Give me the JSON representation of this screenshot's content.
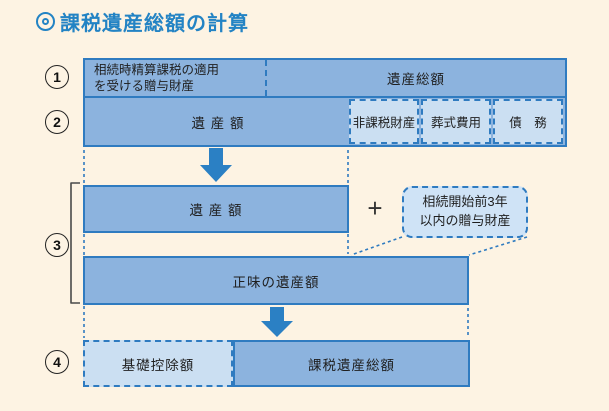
{
  "title": {
    "text": "課税遺産総額の計算"
  },
  "steps": {
    "s1": "1",
    "s2": "2",
    "s3": "3",
    "s4": "4"
  },
  "boxes": {
    "gift_assets_line1": "相続時精算課税の適用",
    "gift_assets_line2": "を受ける贈与財産",
    "total_estate": "遺産総額",
    "estate_row2": "遺 産 額",
    "nontaxable": "非課税財産",
    "funeral": "葬式費用",
    "debts": "債　務",
    "estate_row3": "遺 産 額",
    "plus": "+",
    "callout_line1": "相続開始前3年",
    "callout_line2": "以内の贈与財産",
    "net_estate": "正味の遺産額",
    "basic_deduction": "基礎控除額",
    "taxable_estate": "課税遺産総額"
  },
  "colors": {
    "background": "#fdf3e3",
    "box_fill": "#8cb3de",
    "box_border": "#2f7bc0",
    "light_fill": "#cbdff2",
    "callout_fill": "#cfe3f6",
    "arrow": "#2b80c4",
    "title": "#2383c4",
    "text": "#1f1f1f"
  }
}
